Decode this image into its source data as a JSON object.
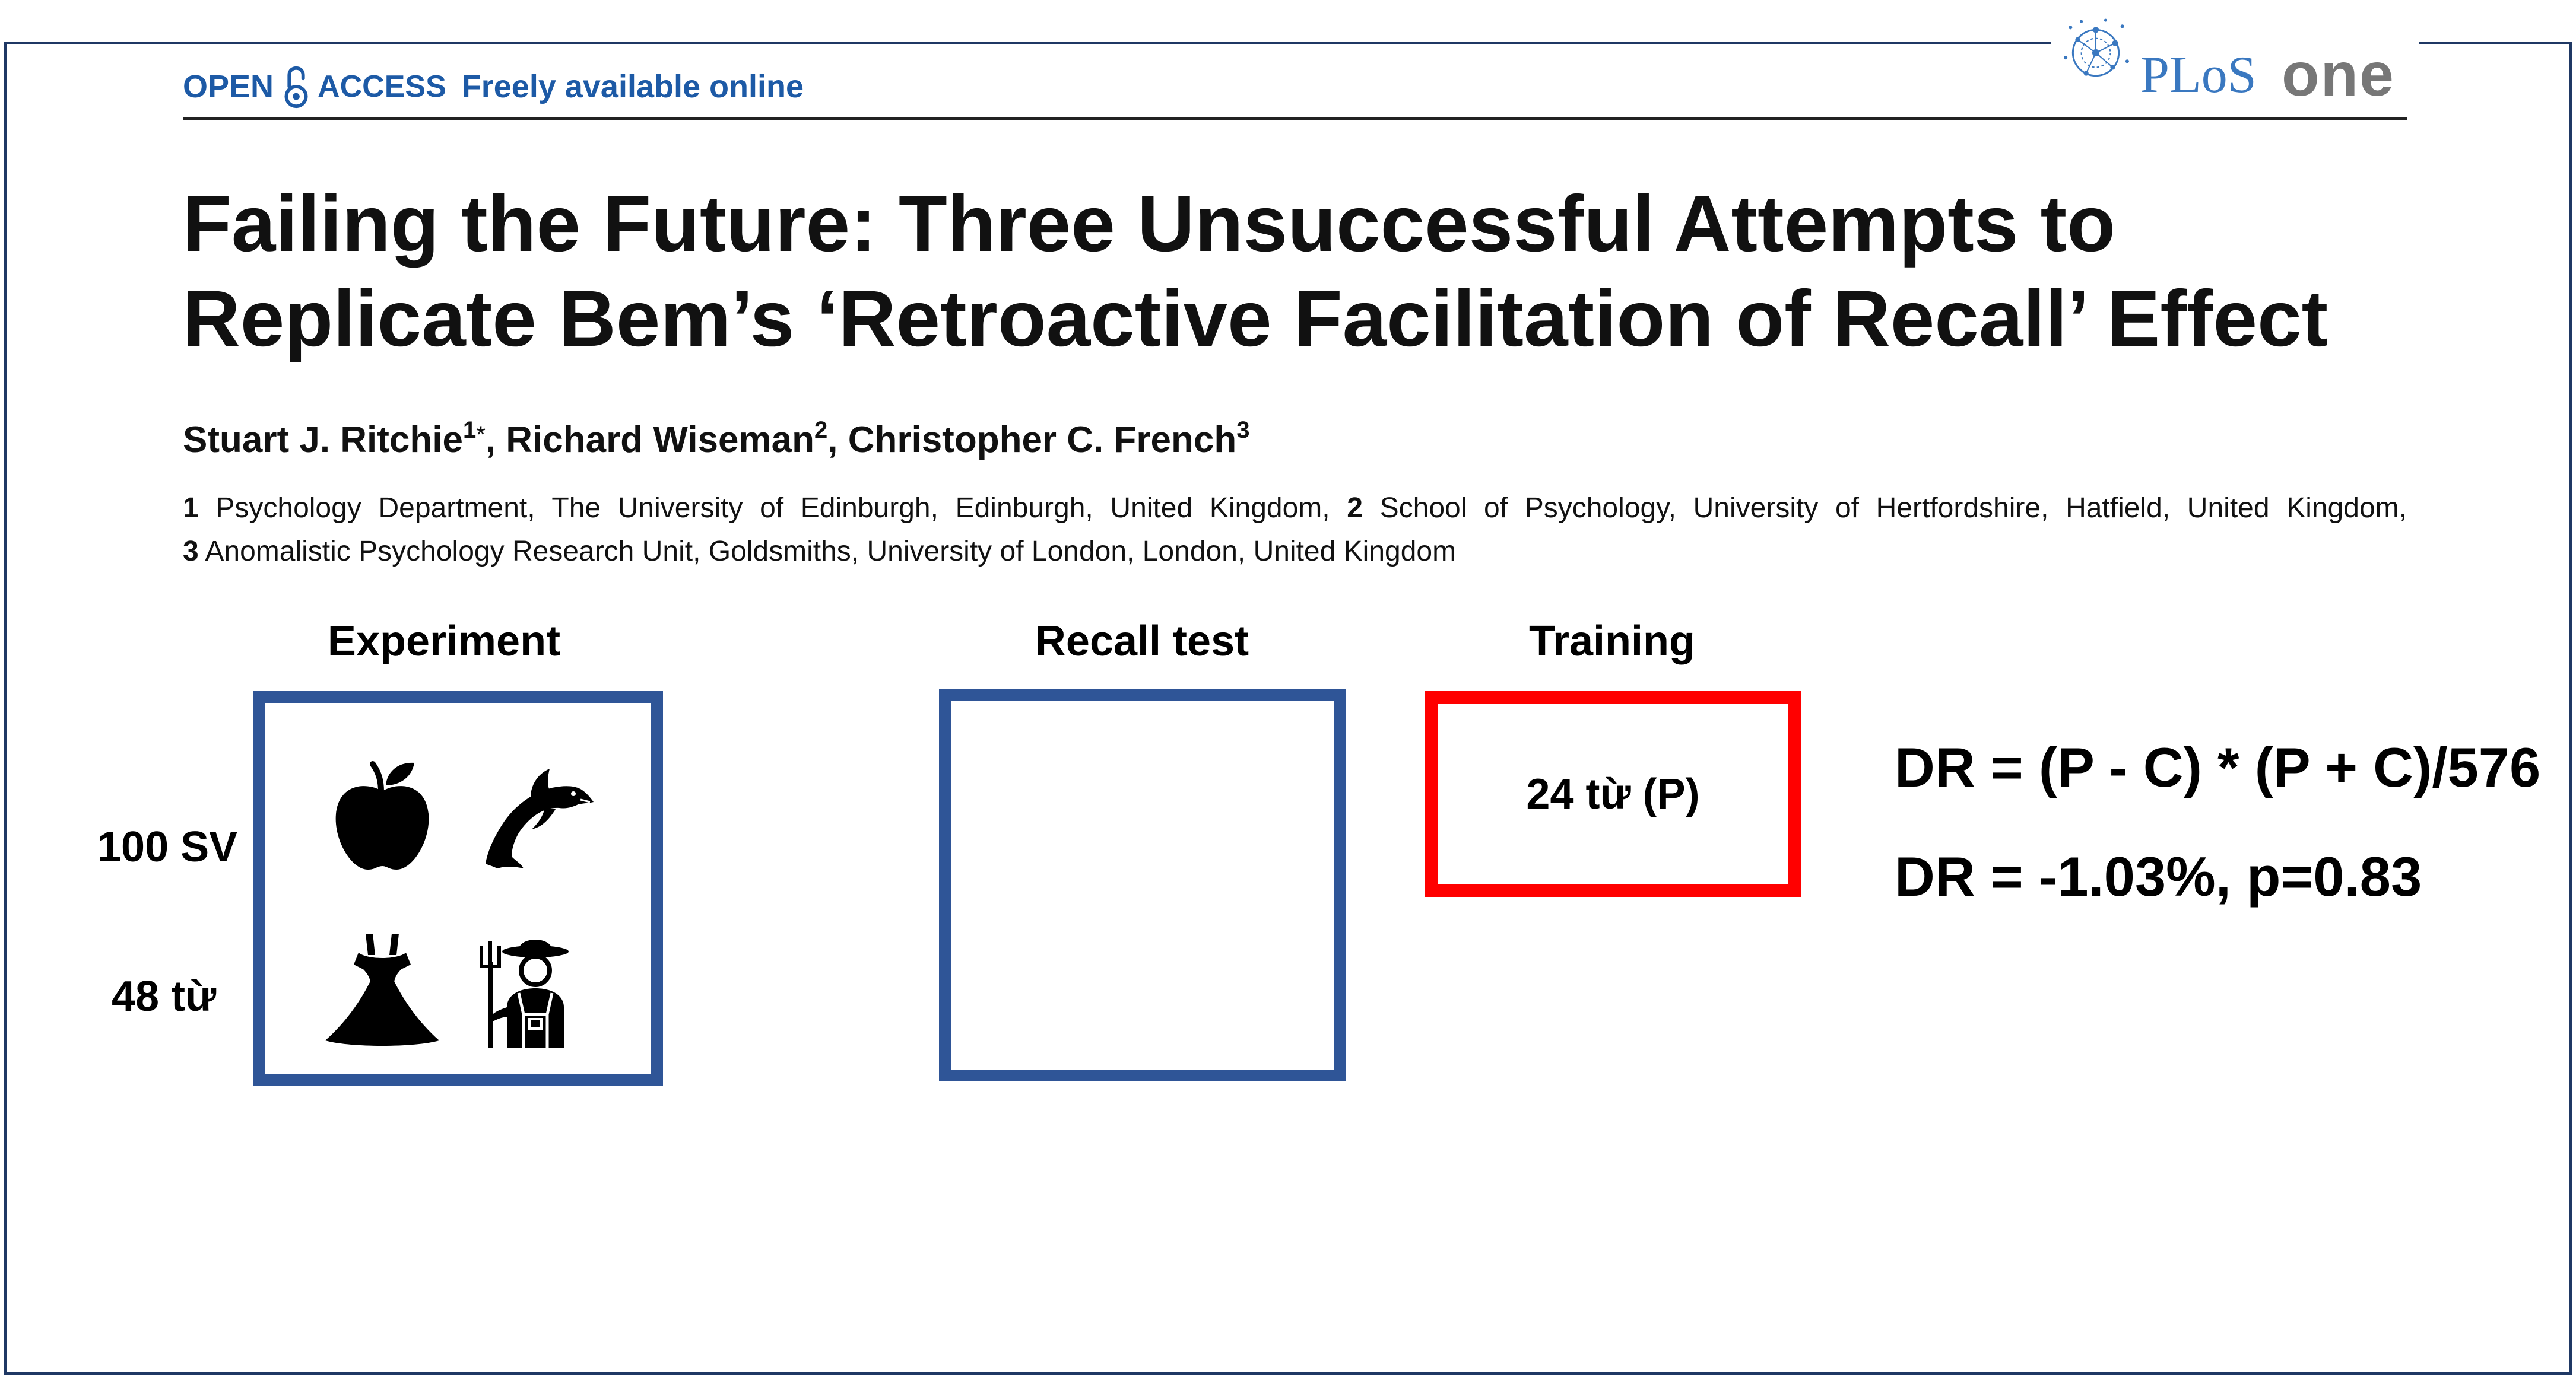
{
  "header": {
    "open_label": "OPEN",
    "access_label": "ACCESS",
    "tagline": "Freely available online",
    "lock_icon": "open-access-lock-icon",
    "accent_color": "#1d5aa6"
  },
  "logo": {
    "icon": "plos-globe-icon",
    "plos_text": "PLoS",
    "one_text": "one",
    "plos_color": "#3a78c0",
    "one_color": "#777777"
  },
  "paper": {
    "title_lines": [
      "Failing the Future: Three Unsuccessful Attempts to",
      "Replicate Bem’s ‘Retroactive Facilitation of Recall’ Effect"
    ],
    "author_separator": ", ",
    "authors": [
      {
        "name": "Stuart J. Ritchie",
        "affiliation": "1",
        "mark": "*"
      },
      {
        "name": "Richard Wiseman",
        "affiliation": "2"
      },
      {
        "name": "Christopher C. French",
        "affiliation": "3"
      }
    ],
    "affiliations": [
      {
        "number": "1",
        "text": "Psychology Department, The University of Edinburgh, Edinburgh, United Kingdom,"
      },
      {
        "number": "2",
        "text": "School of Psychology, University of Hertfordshire, Hatfield, United Kingdom,"
      },
      {
        "number": "3",
        "text": "Anomalistic Psychology Research Unit, Goldsmiths, University of London, London, United Kingdom"
      }
    ]
  },
  "diagram": {
    "box_color": "#2f5597",
    "highlight_color": "#ff0000",
    "experiment": {
      "label": "Experiment",
      "participants": "100 SV",
      "words": "48 từ",
      "icons": [
        "apple-icon",
        "dolphin-icon",
        "dress-icon",
        "farmer-icon"
      ]
    },
    "recall_test": {
      "label": "Recall test"
    },
    "training": {
      "label": "Training",
      "content": "24 từ (P)"
    }
  },
  "results": {
    "formula": "DR = (P - C) * (P + C)/576",
    "result": "DR = -1.03%, p=0.83"
  }
}
